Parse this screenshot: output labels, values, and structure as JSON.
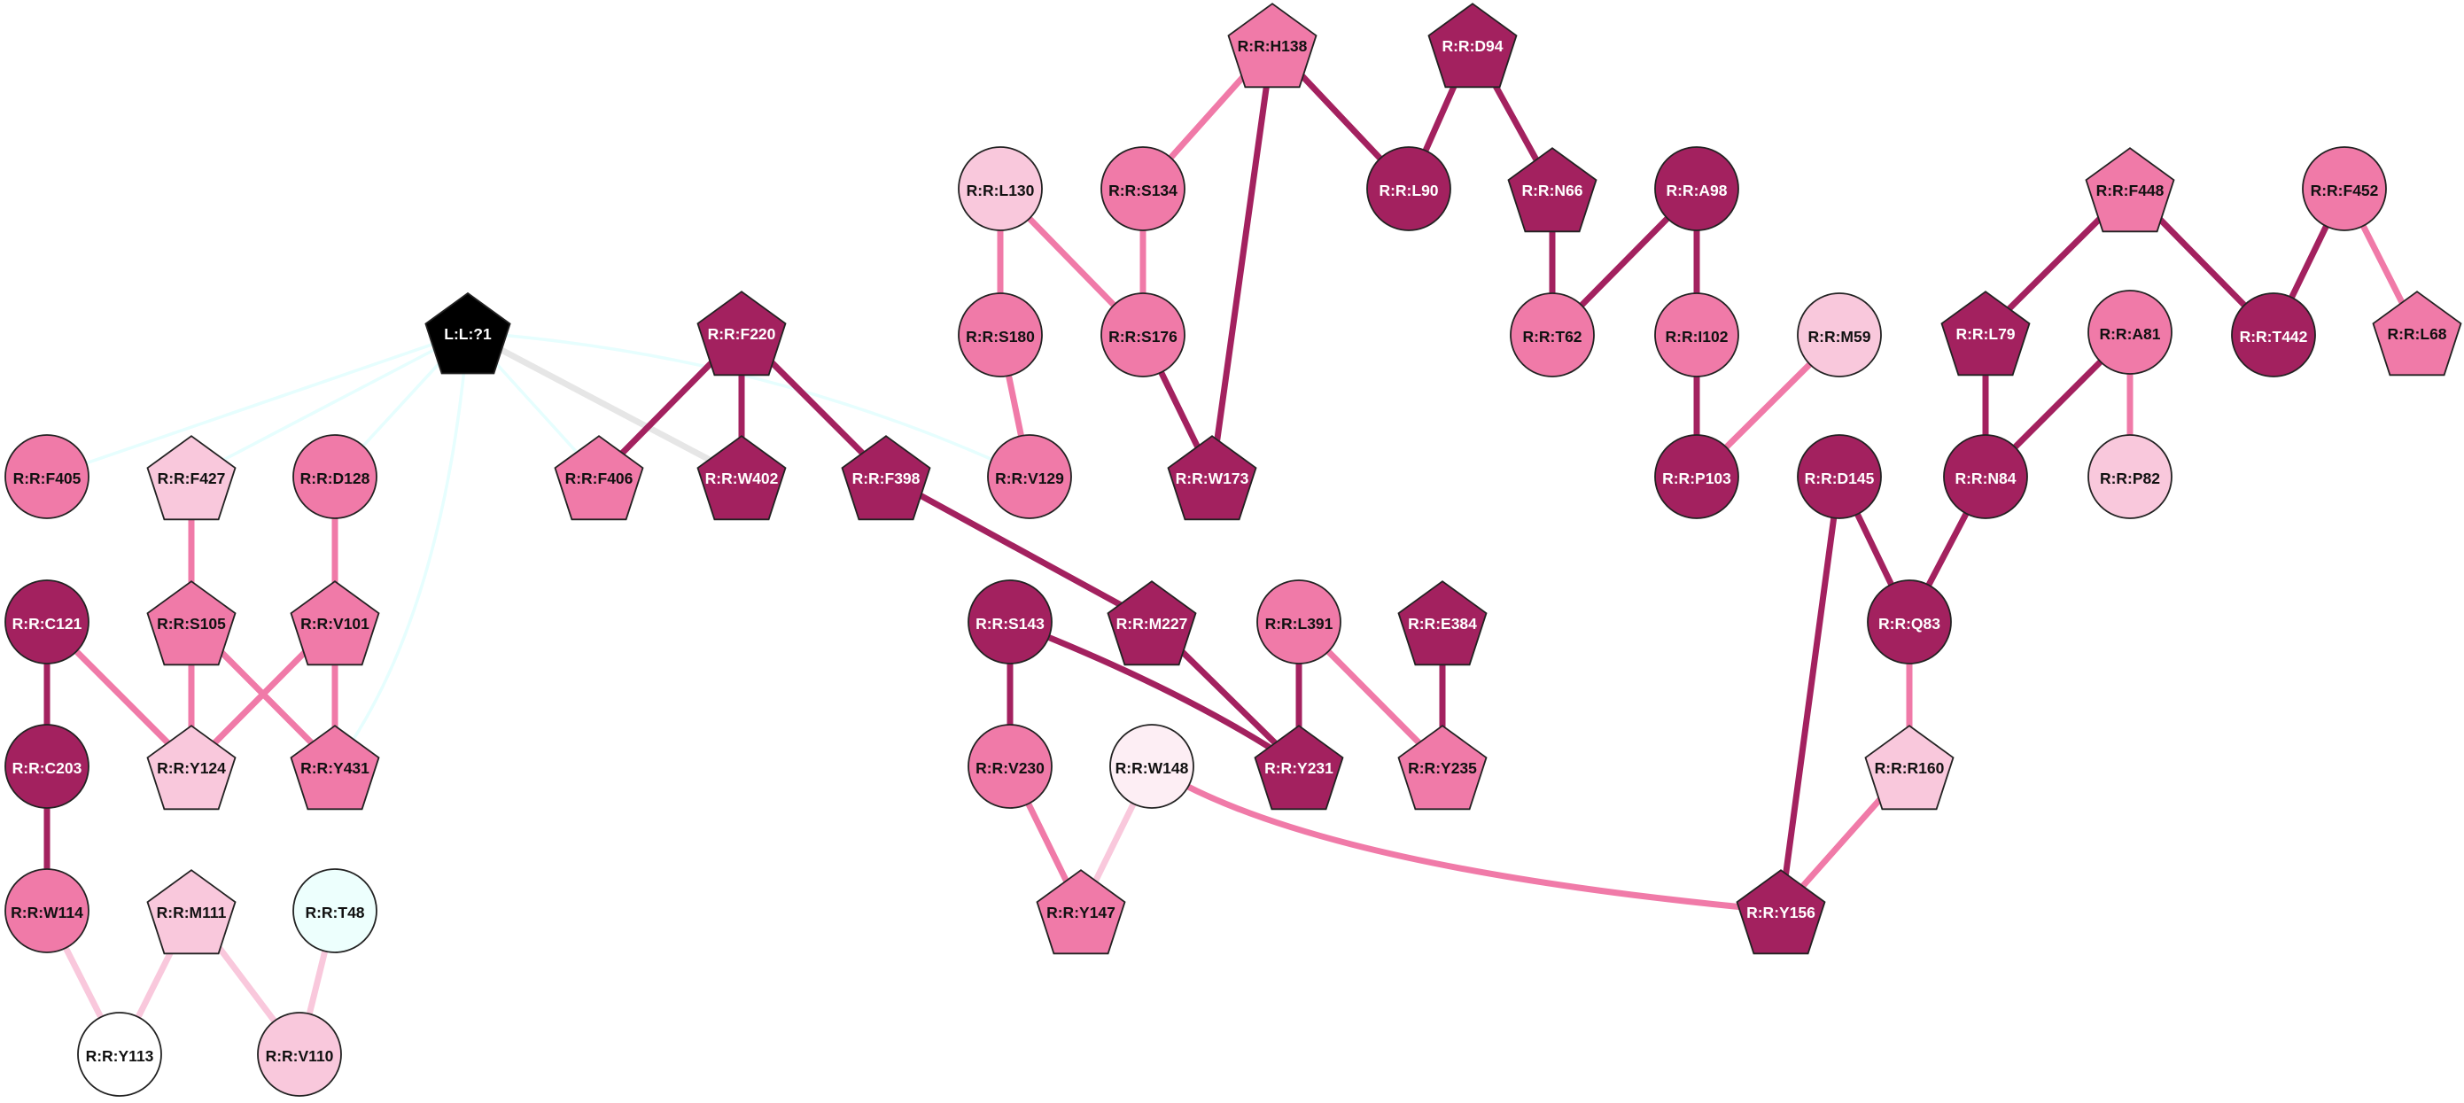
{
  "colors": {
    "black": "#000000",
    "dark": "#a3215f",
    "medium": "#f07aa8",
    "light": "#f9c8dc",
    "pale": "#fdeef4",
    "white": "#ffffff",
    "cyan": "#edfffd",
    "edge_cyan": "#e6fefe",
    "edge_gray": "#e6e6e6"
  },
  "nodes": [
    {
      "id": "L:L:?1",
      "label": "L:L:?1",
      "shape": "pentagon",
      "color": "black"
    },
    {
      "id": "R:R:F405",
      "label": "R:R:F405",
      "shape": "circle",
      "color": "medium"
    },
    {
      "id": "R:R:F427",
      "label": "R:R:F427",
      "shape": "pentagon",
      "color": "light"
    },
    {
      "id": "R:R:D128",
      "label": "R:R:D128",
      "shape": "circle",
      "color": "medium"
    },
    {
      "id": "R:R:C121",
      "label": "R:R:C121",
      "shape": "circle",
      "color": "dark"
    },
    {
      "id": "R:R:S105",
      "label": "R:R:S105",
      "shape": "pentagon",
      "color": "medium"
    },
    {
      "id": "R:R:V101",
      "label": "R:R:V101",
      "shape": "pentagon",
      "color": "medium"
    },
    {
      "id": "R:R:C203",
      "label": "R:R:C203",
      "shape": "circle",
      "color": "dark"
    },
    {
      "id": "R:R:Y124",
      "label": "R:R:Y124",
      "shape": "pentagon",
      "color": "light"
    },
    {
      "id": "R:R:Y431",
      "label": "R:R:Y431",
      "shape": "pentagon",
      "color": "medium"
    },
    {
      "id": "R:R:W114",
      "label": "R:R:W114",
      "shape": "circle",
      "color": "medium"
    },
    {
      "id": "R:R:M111",
      "label": "R:R:M111",
      "shape": "pentagon",
      "color": "light"
    },
    {
      "id": "R:R:T48",
      "label": "R:R:T48",
      "shape": "circle",
      "color": "cyan"
    },
    {
      "id": "R:R:Y113",
      "label": "R:R:Y113",
      "shape": "circle",
      "color": "white"
    },
    {
      "id": "R:R:V110",
      "label": "R:R:V110",
      "shape": "circle",
      "color": "light"
    },
    {
      "id": "R:R:F220",
      "label": "R:R:F220",
      "shape": "pentagon",
      "color": "dark"
    },
    {
      "id": "R:R:F406",
      "label": "R:R:F406",
      "shape": "pentagon",
      "color": "medium"
    },
    {
      "id": "R:R:W402",
      "label": "R:R:W402",
      "shape": "pentagon",
      "color": "dark"
    },
    {
      "id": "R:R:F398",
      "label": "R:R:F398",
      "shape": "pentagon",
      "color": "dark"
    },
    {
      "id": "R:R:L130",
      "label": "R:R:L130",
      "shape": "circle",
      "color": "light"
    },
    {
      "id": "R:R:S134",
      "label": "R:R:S134",
      "shape": "circle",
      "color": "medium"
    },
    {
      "id": "R:R:H138",
      "label": "R:R:H138",
      "shape": "pentagon",
      "color": "medium"
    },
    {
      "id": "R:R:D94",
      "label": "R:R:D94",
      "shape": "pentagon",
      "color": "dark"
    },
    {
      "id": "R:R:L90",
      "label": "R:R:L90",
      "shape": "circle",
      "color": "dark"
    },
    {
      "id": "R:R:N66",
      "label": "R:R:N66",
      "shape": "pentagon",
      "color": "dark"
    },
    {
      "id": "R:R:A98",
      "label": "R:R:A98",
      "shape": "circle",
      "color": "dark"
    },
    {
      "id": "R:R:S180",
      "label": "R:R:S180",
      "shape": "circle",
      "color": "medium"
    },
    {
      "id": "R:R:S176",
      "label": "R:R:S176",
      "shape": "circle",
      "color": "medium"
    },
    {
      "id": "R:R:T62",
      "label": "R:R:T62",
      "shape": "circle",
      "color": "medium"
    },
    {
      "id": "R:R:I102",
      "label": "R:R:I102",
      "shape": "circle",
      "color": "medium"
    },
    {
      "id": "R:R:M59",
      "label": "R:R:M59",
      "shape": "circle",
      "color": "light"
    },
    {
      "id": "R:R:V129",
      "label": "R:R:V129",
      "shape": "circle",
      "color": "medium"
    },
    {
      "id": "R:R:W173",
      "label": "R:R:W173",
      "shape": "pentagon",
      "color": "dark"
    },
    {
      "id": "R:R:P103",
      "label": "R:R:P103",
      "shape": "circle",
      "color": "dark"
    },
    {
      "id": "R:R:F448",
      "label": "R:R:F448",
      "shape": "pentagon",
      "color": "medium"
    },
    {
      "id": "R:R:F452",
      "label": "R:R:F452",
      "shape": "circle",
      "color": "medium"
    },
    {
      "id": "R:R:L79",
      "label": "R:R:L79",
      "shape": "pentagon",
      "color": "dark"
    },
    {
      "id": "R:R:A81",
      "label": "R:R:A81",
      "shape": "circle",
      "color": "medium"
    },
    {
      "id": "R:R:T442",
      "label": "R:R:T442",
      "shape": "circle",
      "color": "dark"
    },
    {
      "id": "R:R:L68",
      "label": "R:R:L68",
      "shape": "pentagon",
      "color": "medium"
    },
    {
      "id": "R:R:D145",
      "label": "R:R:D145",
      "shape": "circle",
      "color": "dark"
    },
    {
      "id": "R:R:N84",
      "label": "R:R:N84",
      "shape": "circle",
      "color": "dark"
    },
    {
      "id": "R:R:P82",
      "label": "R:R:P82",
      "shape": "circle",
      "color": "light"
    },
    {
      "id": "R:R:S143",
      "label": "R:R:S143",
      "shape": "circle",
      "color": "dark"
    },
    {
      "id": "R:R:M227",
      "label": "R:R:M227",
      "shape": "pentagon",
      "color": "dark"
    },
    {
      "id": "R:R:L391",
      "label": "R:R:L391",
      "shape": "circle",
      "color": "medium"
    },
    {
      "id": "R:R:E384",
      "label": "R:R:E384",
      "shape": "pentagon",
      "color": "dark"
    },
    {
      "id": "R:R:Q83",
      "label": "R:R:Q83",
      "shape": "circle",
      "color": "dark"
    },
    {
      "id": "R:R:V230",
      "label": "R:R:V230",
      "shape": "circle",
      "color": "medium"
    },
    {
      "id": "R:R:W148",
      "label": "R:R:W148",
      "shape": "circle",
      "color": "pale"
    },
    {
      "id": "R:R:Y231",
      "label": "R:R:Y231",
      "shape": "pentagon",
      "color": "dark"
    },
    {
      "id": "R:R:Y235",
      "label": "R:R:Y235",
      "shape": "pentagon",
      "color": "medium"
    },
    {
      "id": "R:R:R160",
      "label": "R:R:R160",
      "shape": "pentagon",
      "color": "light"
    },
    {
      "id": "R:R:Y147",
      "label": "R:R:Y147",
      "shape": "pentagon",
      "color": "medium"
    },
    {
      "id": "R:R:Y156",
      "label": "R:R:Y156",
      "shape": "pentagon",
      "color": "dark"
    }
  ],
  "edges": [
    {
      "source": "L:L:?1",
      "target": "R:R:F405",
      "color": "edge_cyan",
      "weight": "thin"
    },
    {
      "source": "L:L:?1",
      "target": "R:R:F427",
      "color": "edge_cyan",
      "weight": "thin"
    },
    {
      "source": "L:L:?1",
      "target": "R:R:D128",
      "color": "edge_cyan",
      "weight": "thin"
    },
    {
      "source": "L:L:?1",
      "target": "R:R:Y431",
      "color": "edge_cyan",
      "weight": "thin",
      "curve": true
    },
    {
      "source": "L:L:?1",
      "target": "R:R:F406",
      "color": "edge_cyan",
      "weight": "thin"
    },
    {
      "source": "L:L:?1",
      "target": "R:R:W402",
      "color": "edge_gray",
      "weight": "thick"
    },
    {
      "source": "L:L:?1",
      "target": "R:R:V129",
      "color": "edge_cyan",
      "weight": "thin",
      "curve": true
    },
    {
      "source": "R:R:F427",
      "target": "R:R:S105",
      "color": "medium",
      "weight": "thick"
    },
    {
      "source": "R:R:D128",
      "target": "R:R:V101",
      "color": "medium",
      "weight": "thick"
    },
    {
      "source": "R:R:C121",
      "target": "R:R:C203",
      "color": "dark",
      "weight": "thick"
    },
    {
      "source": "R:R:C121",
      "target": "R:R:Y124",
      "color": "medium",
      "weight": "thick"
    },
    {
      "source": "R:R:S105",
      "target": "R:R:Y124",
      "color": "medium",
      "weight": "thick"
    },
    {
      "source": "R:R:S105",
      "target": "R:R:Y431",
      "color": "medium",
      "weight": "thick"
    },
    {
      "source": "R:R:V101",
      "target": "R:R:Y124",
      "color": "medium",
      "weight": "thick"
    },
    {
      "source": "R:R:V101",
      "target": "R:R:Y431",
      "color": "medium",
      "weight": "thick"
    },
    {
      "source": "R:R:C203",
      "target": "R:R:W114",
      "color": "dark",
      "weight": "thick"
    },
    {
      "source": "R:R:W114",
      "target": "R:R:Y113",
      "color": "light",
      "weight": "thick"
    },
    {
      "source": "R:R:M111",
      "target": "R:R:Y113",
      "color": "light",
      "weight": "thick"
    },
    {
      "source": "R:R:M111",
      "target": "R:R:V110",
      "color": "light",
      "weight": "thick"
    },
    {
      "source": "R:R:T48",
      "target": "R:R:V110",
      "color": "light",
      "weight": "thick"
    },
    {
      "source": "R:R:F220",
      "target": "R:R:F406",
      "color": "dark",
      "weight": "thick"
    },
    {
      "source": "R:R:F220",
      "target": "R:R:W402",
      "color": "dark",
      "weight": "thick"
    },
    {
      "source": "R:R:F220",
      "target": "R:R:F398",
      "color": "dark",
      "weight": "thick"
    },
    {
      "source": "R:R:F398",
      "target": "R:R:M227",
      "color": "dark",
      "weight": "thick"
    },
    {
      "source": "R:R:M227",
      "target": "R:R:Y231",
      "color": "dark",
      "weight": "thick"
    },
    {
      "source": "R:R:L130",
      "target": "R:R:S180",
      "color": "medium",
      "weight": "thick"
    },
    {
      "source": "R:R:L130",
      "target": "R:R:S176",
      "color": "medium",
      "weight": "thick"
    },
    {
      "source": "R:R:S134",
      "target": "R:R:S176",
      "color": "medium",
      "weight": "thick"
    },
    {
      "source": "R:R:H138",
      "target": "R:R:S134",
      "color": "medium",
      "weight": "thick"
    },
    {
      "source": "R:R:H138",
      "target": "R:R:W173",
      "color": "dark",
      "weight": "thick"
    },
    {
      "source": "R:R:H138",
      "target": "R:R:L90",
      "color": "dark",
      "weight": "thick"
    },
    {
      "source": "R:R:D94",
      "target": "R:R:L90",
      "color": "dark",
      "weight": "thick"
    },
    {
      "source": "R:R:D94",
      "target": "R:R:N66",
      "color": "dark",
      "weight": "thick"
    },
    {
      "source": "R:R:N66",
      "target": "R:R:T62",
      "color": "dark",
      "weight": "thick"
    },
    {
      "source": "R:R:A98",
      "target": "R:R:T62",
      "color": "dark",
      "weight": "thick"
    },
    {
      "source": "R:R:A98",
      "target": "R:R:I102",
      "color": "dark",
      "weight": "thick"
    },
    {
      "source": "R:R:I102",
      "target": "R:R:P103",
      "color": "dark",
      "weight": "thick"
    },
    {
      "source": "R:R:M59",
      "target": "R:R:P103",
      "color": "medium",
      "weight": "thick"
    },
    {
      "source": "R:R:S180",
      "target": "R:R:V129",
      "color": "medium",
      "weight": "thick"
    },
    {
      "source": "R:R:S176",
      "target": "R:R:W173",
      "color": "dark",
      "weight": "thick"
    },
    {
      "source": "R:R:F448",
      "target": "R:R:L79",
      "color": "dark",
      "weight": "thick"
    },
    {
      "source": "R:R:F448",
      "target": "R:R:T442",
      "color": "dark",
      "weight": "thick"
    },
    {
      "source": "R:R:F452",
      "target": "R:R:T442",
      "color": "dark",
      "weight": "thick"
    },
    {
      "source": "R:R:F452",
      "target": "R:R:L68",
      "color": "medium",
      "weight": "thick"
    },
    {
      "source": "R:R:L79",
      "target": "R:R:N84",
      "color": "dark",
      "weight": "thick"
    },
    {
      "source": "R:R:A81",
      "target": "R:R:N84",
      "color": "dark",
      "weight": "thick"
    },
    {
      "source": "R:R:A81",
      "target": "R:R:P82",
      "color": "medium",
      "weight": "thick"
    },
    {
      "source": "R:R:N84",
      "target": "R:R:Q83",
      "color": "dark",
      "weight": "thick"
    },
    {
      "source": "R:R:D145",
      "target": "R:R:Q83",
      "color": "dark",
      "weight": "thick"
    },
    {
      "source": "R:R:D145",
      "target": "R:R:Y156",
      "color": "dark",
      "weight": "thick"
    },
    {
      "source": "R:R:Q83",
      "target": "R:R:R160",
      "color": "medium",
      "weight": "thick"
    },
    {
      "source": "R:R:R160",
      "target": "R:R:Y156",
      "color": "medium",
      "weight": "thick"
    },
    {
      "source": "R:R:S143",
      "target": "R:R:V230",
      "color": "dark",
      "weight": "thick"
    },
    {
      "source": "R:R:S143",
      "target": "R:R:Y231",
      "color": "dark",
      "weight": "thick",
      "curve": true
    },
    {
      "source": "R:R:L391",
      "target": "R:R:Y231",
      "color": "dark",
      "weight": "thick"
    },
    {
      "source": "R:R:L391",
      "target": "R:R:Y235",
      "color": "medium",
      "weight": "thick"
    },
    {
      "source": "R:R:E384",
      "target": "R:R:Y235",
      "color": "dark",
      "weight": "thick"
    },
    {
      "source": "R:R:V230",
      "target": "R:R:Y147",
      "color": "medium",
      "weight": "thick"
    },
    {
      "source": "R:R:W148",
      "target": "R:R:Y147",
      "color": "light",
      "weight": "thick"
    },
    {
      "source": "R:R:W148",
      "target": "R:R:Y156",
      "color": "medium",
      "weight": "thick",
      "curve": true
    }
  ]
}
